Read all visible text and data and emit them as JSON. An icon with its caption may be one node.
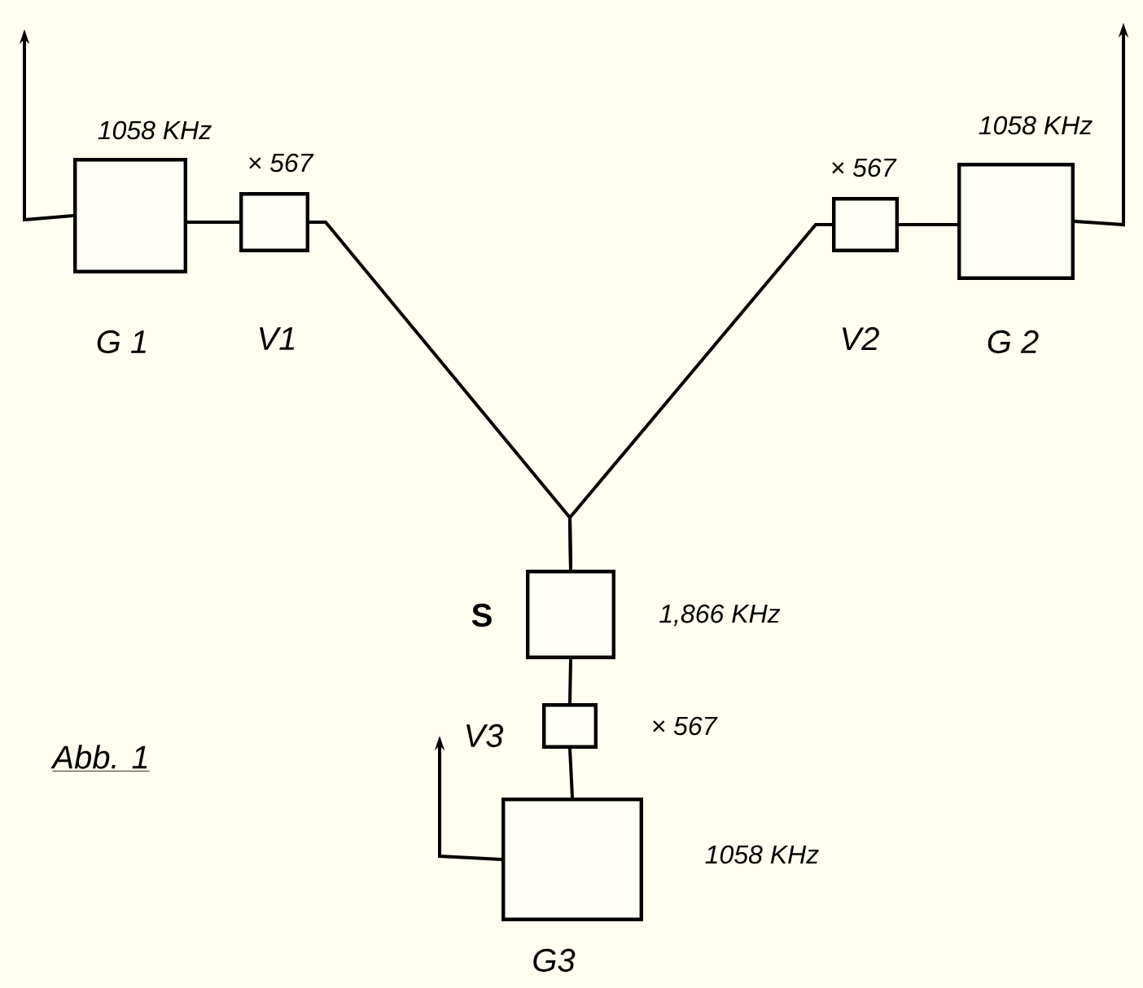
{
  "diagram": {
    "nodes": [
      {
        "text": [
          "G 1"
        ],
        "beside": [
          "1058 KHz"
        ]
      },
      {
        "text": [
          "V1"
        ],
        "beside": [
          "× 567"
        ]
      },
      {
        "text": [
          "V2"
        ],
        "beside": [
          "× 567"
        ]
      },
      {
        "text": [
          "G 2"
        ],
        "beside": [
          "1058 KHz"
        ]
      },
      {
        "text": [
          "S"
        ],
        "beside": [
          "1,866 KHz"
        ]
      },
      {
        "text": [
          "V3"
        ],
        "beside": [
          "× 567"
        ]
      },
      {
        "text": [
          "G3"
        ],
        "beside": [
          "1058 KHz"
        ]
      }
    ],
    "edges": [
      {
        "from": 0,
        "to": 1,
        "arrow": "none"
      },
      {
        "from": 1,
        "to": 4,
        "arrow": "none"
      },
      {
        "from": 2,
        "to": 4,
        "arrow": "none"
      },
      {
        "from": 2,
        "to": 3,
        "arrow": "none"
      },
      {
        "from": 4,
        "to": 5,
        "arrow": "none"
      },
      {
        "from": 5,
        "to": 6,
        "arrow": "none"
      },
      {
        "from": 0,
        "to": null,
        "arrow": "to"
      },
      {
        "from": 3,
        "to": null,
        "arrow": "to"
      },
      {
        "from": 6,
        "to": null,
        "arrow": "to"
      }
    ],
    "labels": [
      "Abb. 1"
    ]
  }
}
